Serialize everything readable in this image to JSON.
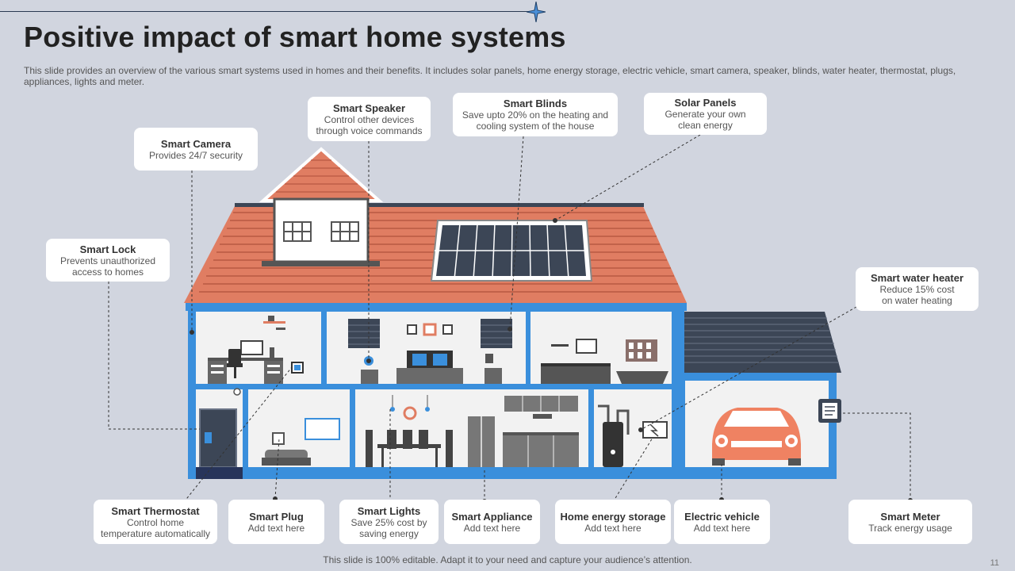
{
  "slide": {
    "title": "Positive impact of smart home systems",
    "subtitle": "This slide provides an overview of the various smart systems used in homes and their benefits. It includes solar panels, home energy storage, electric vehicle, smart camera, speaker, blinds, water heater, thermostat, plugs, appliances, lights and meter.",
    "footer": "This slide is 100% editable. Adapt it to your need and capture your audience’s attention.",
    "page_number": "11"
  },
  "colors": {
    "background": "#d1d5df",
    "house_blue": "#3a8fdc",
    "roof": "#e07d62",
    "room": "#f2f2f2",
    "dark": "#3c4656",
    "car": "#ef8262"
  },
  "cards": {
    "camera": {
      "title": "Smart Camera",
      "desc": "Provides 24/7 security"
    },
    "speaker": {
      "title": "Smart Speaker",
      "desc": "Control other devices\nthrough voice commands"
    },
    "blinds": {
      "title": "Smart Blinds",
      "desc": "Save upto 20% on the heating and\ncooling system of the house"
    },
    "solar": {
      "title": "Solar Panels",
      "desc": "Generate your own\nclean energy"
    },
    "lock": {
      "title": "Smart Lock",
      "desc": "Prevents unauthorized\naccess to homes"
    },
    "water_heater": {
      "title": "Smart water heater",
      "desc": "Reduce 15% cost\non water heating"
    },
    "thermostat": {
      "title": "Smart Thermostat",
      "desc": "Control home\ntemperature automatically"
    },
    "plug": {
      "title": "Smart Plug",
      "desc": "Add text here"
    },
    "lights": {
      "title": "Smart Lights",
      "desc": "Save 25% cost by\nsaving energy"
    },
    "appliance": {
      "title": "Smart Appliance",
      "desc": "Add text here"
    },
    "storage": {
      "title": "Home energy storage",
      "desc": "Add text here"
    },
    "ev": {
      "title": "Electric vehicle",
      "desc": "Add text here"
    },
    "meter": {
      "title": "Smart Meter",
      "desc": "Track energy usage"
    }
  }
}
